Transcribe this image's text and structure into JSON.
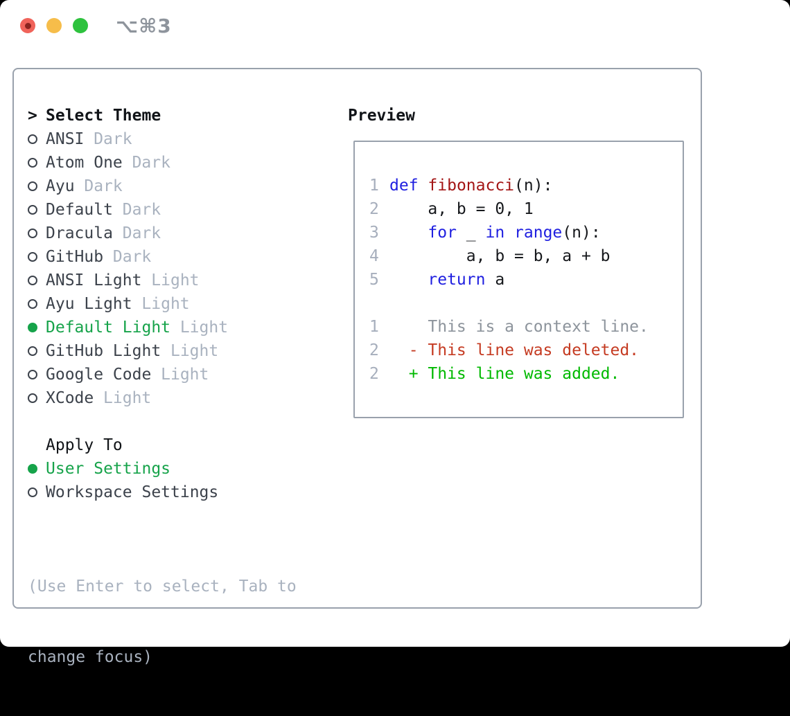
{
  "window": {
    "title": "⌥⌘3"
  },
  "left": {
    "prompt": ">",
    "title": "Select Theme",
    "themes": [
      {
        "label": "ANSI",
        "tag": "Dark",
        "selected": false
      },
      {
        "label": "Atom One",
        "tag": "Dark",
        "selected": false
      },
      {
        "label": "Ayu",
        "tag": "Dark",
        "selected": false
      },
      {
        "label": "Default",
        "tag": "Dark",
        "selected": false
      },
      {
        "label": "Dracula",
        "tag": "Dark",
        "selected": false
      },
      {
        "label": "GitHub",
        "tag": "Dark",
        "selected": false
      },
      {
        "label": "ANSI Light",
        "tag": "Light",
        "selected": false
      },
      {
        "label": "Ayu Light",
        "tag": "Light",
        "selected": false
      },
      {
        "label": "Default Light",
        "tag": "Light",
        "selected": true
      },
      {
        "label": "GitHub Light",
        "tag": "Light",
        "selected": false
      },
      {
        "label": "Google Code",
        "tag": "Light",
        "selected": false
      },
      {
        "label": "XCode",
        "tag": "Light",
        "selected": false
      }
    ],
    "apply_to_title": "Apply To",
    "apply_to": [
      {
        "label": "User Settings",
        "selected": true
      },
      {
        "label": "Workspace Settings",
        "selected": false
      }
    ],
    "help_line1": "(Use Enter to select, Tab to",
    "help_line2": "change focus)"
  },
  "right": {
    "title": "Preview",
    "code_lines": [
      {
        "num": "1",
        "tokens": [
          {
            "t": "def",
            "c": "kw"
          },
          {
            "t": " ",
            "c": "pl"
          },
          {
            "t": "fibonacci",
            "c": "fn"
          },
          {
            "t": "(n):",
            "c": "pl"
          }
        ]
      },
      {
        "num": "2",
        "tokens": [
          {
            "t": "    a, b = 0, 1",
            "c": "pl"
          }
        ]
      },
      {
        "num": "3",
        "tokens": [
          {
            "t": "    ",
            "c": "pl"
          },
          {
            "t": "for",
            "c": "kw"
          },
          {
            "t": " _ ",
            "c": "pl"
          },
          {
            "t": "in",
            "c": "kw"
          },
          {
            "t": " ",
            "c": "pl"
          },
          {
            "t": "range",
            "c": "kw"
          },
          {
            "t": "(n):",
            "c": "pl"
          }
        ]
      },
      {
        "num": "4",
        "tokens": [
          {
            "t": "        a, b = b, a + b",
            "c": "pl"
          }
        ]
      },
      {
        "num": "5",
        "tokens": [
          {
            "t": "    ",
            "c": "pl"
          },
          {
            "t": "return",
            "c": "kw"
          },
          {
            "t": " a",
            "c": "pl"
          }
        ]
      },
      {
        "num": "",
        "tokens": []
      },
      {
        "num": "1",
        "tokens": [
          {
            "t": "    This is a context line.",
            "c": "ctx"
          }
        ]
      },
      {
        "num": "2",
        "tokens": [
          {
            "t": "  - This line was deleted.",
            "c": "del"
          }
        ]
      },
      {
        "num": "2",
        "tokens": [
          {
            "t": "  + This line was added.",
            "c": "add"
          }
        ]
      }
    ]
  },
  "colors": {
    "panel_border": "#99a1ac",
    "heading": "#111418",
    "item": "#3c424b",
    "tag_gray": "#a9b2bf",
    "accent_green": "#16a34a",
    "kw": "#1f1fe0",
    "fn": "#a31515",
    "pl": "#16181c",
    "ctx": "#8d949c",
    "del": "#c53b22",
    "add": "#00b900",
    "line_number": "#a6aebc",
    "title_gray": "#8e949c",
    "traffic_red": "#f0635a",
    "traffic_red_dot": "#8b241f",
    "traffic_yellow": "#f6bd4a",
    "traffic_green": "#2ec23e"
  }
}
